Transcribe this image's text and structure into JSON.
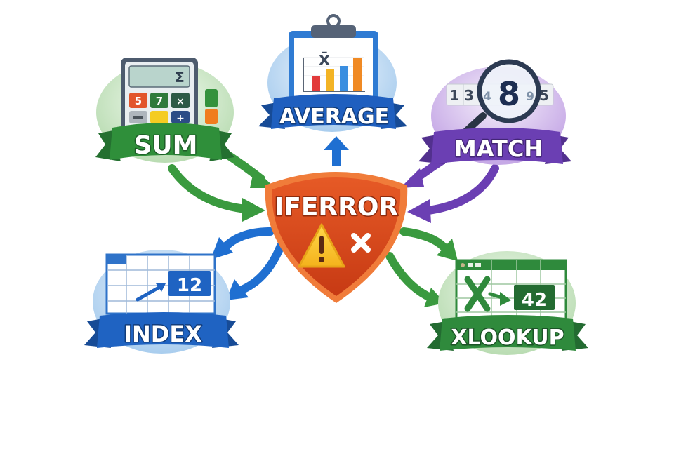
{
  "diagram": {
    "title": "IFERROR",
    "center": {
      "label": "IFERROR",
      "icons": [
        "warning-triangle-icon",
        "x-mark-icon"
      ],
      "colors": {
        "shield": "#d9481c",
        "rim": "#f07c3a",
        "warning": "#f6c326"
      }
    },
    "nodes": [
      {
        "id": "sum",
        "label": "SUM",
        "icon": "calculator-icon",
        "color": "#2f8f3a",
        "calculator": {
          "display": "Σ",
          "keys": [
            "5",
            "7",
            "×",
            "−",
            "",
            "+"
          ]
        }
      },
      {
        "id": "average",
        "label": "AVERAGE",
        "icon": "clipboard-bar-chart-icon",
        "color": "#1f5fbf",
        "chart": {
          "symbol": "x̄",
          "bars": [
            3,
            5,
            6,
            9
          ],
          "bar_colors": [
            "#e23b3b",
            "#f3b425",
            "#3a8ee0",
            "#f08a24"
          ]
        }
      },
      {
        "id": "match",
        "label": "MATCH",
        "icon": "magnifier-icon",
        "color": "#6b3fb3",
        "sequence": [
          "1",
          "3",
          "4",
          "8",
          "9",
          "5"
        ],
        "highlight": "8"
      },
      {
        "id": "index",
        "label": "INDEX",
        "icon": "grid-table-icon",
        "color": "#1f63c2",
        "value": "12"
      },
      {
        "id": "xlookup",
        "label": "XLOOKUP",
        "icon": "spreadsheet-x-icon",
        "color": "#2f8a3c",
        "value": "42"
      }
    ],
    "connections": [
      {
        "from": "sum",
        "to": "iferror",
        "color": "#3a9a3f",
        "count": 2
      },
      {
        "from": "iferror",
        "to": "average",
        "color": "#1f6fd1",
        "count": 1
      },
      {
        "from": "match",
        "to": "iferror",
        "color": "#6b3fb3",
        "count": 2
      },
      {
        "from": "iferror",
        "to": "index",
        "color": "#1f6fd1",
        "count": 2
      },
      {
        "from": "iferror",
        "to": "xlookup",
        "color": "#3a9a3f",
        "count": 2
      }
    ]
  }
}
